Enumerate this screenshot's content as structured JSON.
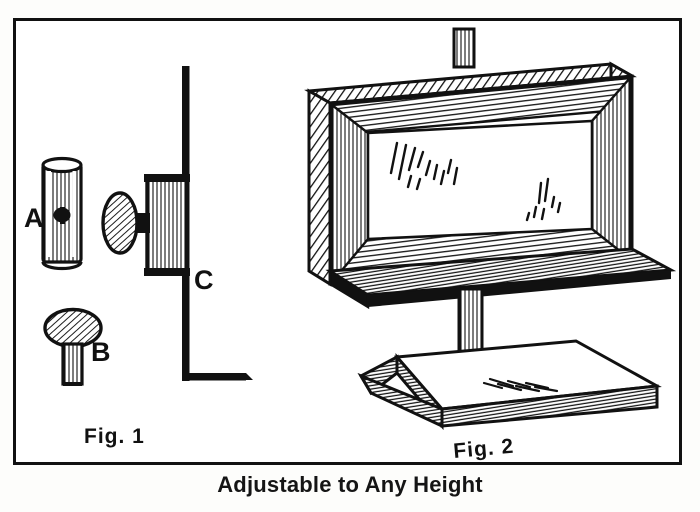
{
  "caption": {
    "text": "Adjustable to Any Height"
  },
  "illustration": {
    "title": "Adjustable mirror stand line drawing",
    "border_color": "#111111",
    "ink_color": "#111111",
    "paper_color": "#ffffff"
  },
  "figures": [
    {
      "id": "fig-1",
      "label": "Fig. 1",
      "description": "Exploded parts view: sleeve, thumbscrew and L-bracket",
      "parts": [
        {
          "key": "A",
          "label": "A",
          "name": "knurled-sleeve"
        },
        {
          "key": "B",
          "label": "B",
          "name": "thumbscrew"
        },
        {
          "key": "C",
          "label": "C",
          "name": "l-bracket-post"
        }
      ]
    },
    {
      "id": "fig-2",
      "label": "Fig. 2",
      "description": "Assembled mirror in wooden frame mounted on threaded post over square base",
      "parts": []
    }
  ],
  "labels": {
    "a": "A",
    "b": "B",
    "c": "C",
    "fig1": "Fig. 1",
    "fig2": "Fig. 2"
  }
}
